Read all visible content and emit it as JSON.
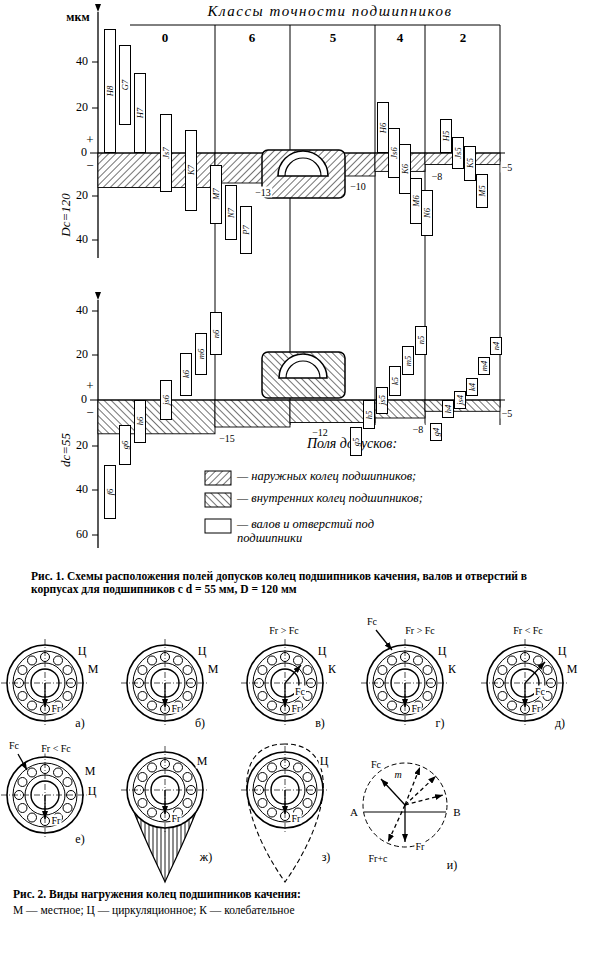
{
  "diagram": {
    "title": "Классы точности подшипников",
    "nodes": [
      {
        "text": [
          "H8"
        ]
      },
      {
        "text": [
          "G7"
        ]
      },
      {
        "text": [
          "H7"
        ]
      },
      {
        "text": [
          "Js7"
        ]
      },
      {
        "text": [
          "K7"
        ]
      },
      {
        "text": [
          "M7"
        ]
      },
      {
        "text": [
          "N7"
        ]
      },
      {
        "text": [
          "P7"
        ]
      },
      {
        "text": [
          "H6"
        ]
      },
      {
        "text": [
          "Js6"
        ]
      },
      {
        "text": [
          "K6"
        ]
      },
      {
        "text": [
          "M6"
        ]
      },
      {
        "text": [
          "N6"
        ]
      },
      {
        "text": [
          "H5"
        ]
      },
      {
        "text": [
          "Js5"
        ]
      },
      {
        "text": [
          "K5"
        ]
      },
      {
        "text": [
          "M5"
        ]
      },
      {
        "text": [
          "f6"
        ]
      },
      {
        "text": [
          "g6"
        ]
      },
      {
        "text": [
          "h6"
        ]
      },
      {
        "text": [
          "js6"
        ]
      },
      {
        "text": [
          "k6"
        ]
      },
      {
        "text": [
          "m6"
        ]
      },
      {
        "text": [
          "n6"
        ]
      },
      {
        "text": [
          "g5"
        ]
      },
      {
        "text": [
          "h5"
        ]
      },
      {
        "text": [
          "js5"
        ]
      },
      {
        "text": [
          "k5"
        ]
      },
      {
        "text": [
          "m5"
        ]
      },
      {
        "text": [
          "n5"
        ]
      },
      {
        "text": [
          "g4"
        ]
      },
      {
        "text": [
          "h4"
        ]
      },
      {
        "text": [
          "js4"
        ]
      },
      {
        "text": [
          "k4"
        ]
      },
      {
        "text": [
          "m4"
        ]
      },
      {
        "text": [
          "n4"
        ]
      }
    ],
    "labels": [
      "мкм",
      "40",
      "20",
      "+",
      "0",
      "−",
      "20",
      "40",
      "Dc=120",
      "0",
      "6",
      "5",
      "4",
      "2",
      "−13",
      "−10",
      "−8",
      "−5",
      "40",
      "20",
      "+",
      "0",
      "−",
      "20",
      "40",
      "60",
      "dc=55",
      "−15",
      "−12",
      "−8",
      "−5",
      "Поля допусков:",
      "Рис. 1. Схемы расположения полей допусков колец подшипников качения, валов и отверстий в корпусах для подшипников с d = 55 мм, D = 120 мм",
      "Ц",
      "М",
      "Fr",
      "а)",
      "Ц",
      "М",
      "Fr",
      "б)",
      "Fr > Fc",
      "Ц",
      "К",
      "Fc",
      "Fr",
      "в)",
      "Fc",
      "Fr > Fc",
      "Ц",
      "К",
      "Fr",
      "г)",
      "Fr < Fc",
      "Ц",
      "М",
      "Fc",
      "Fr",
      "д)",
      "Fc",
      "Fr < Fc",
      "М",
      "Ц",
      "Fr",
      "е)",
      "М",
      "Fr",
      "ж)",
      "Ц",
      "Fr",
      "з)",
      "Fc",
      "m",
      "A",
      "B",
      "Fr+c",
      "Fr",
      "и)",
      "Рис. 2. Виды нагружения колец подшипников качения:",
      "М — местное; Ц — циркуляционное; К — колебательное"
    ],
    "legend": [
      {
        "text": "— наружных колец подшипников;"
      },
      {
        "text": "— внутренних колец подшипников;"
      },
      {
        "text": "— валов и отверстий под подшипники"
      }
    ]
  }
}
